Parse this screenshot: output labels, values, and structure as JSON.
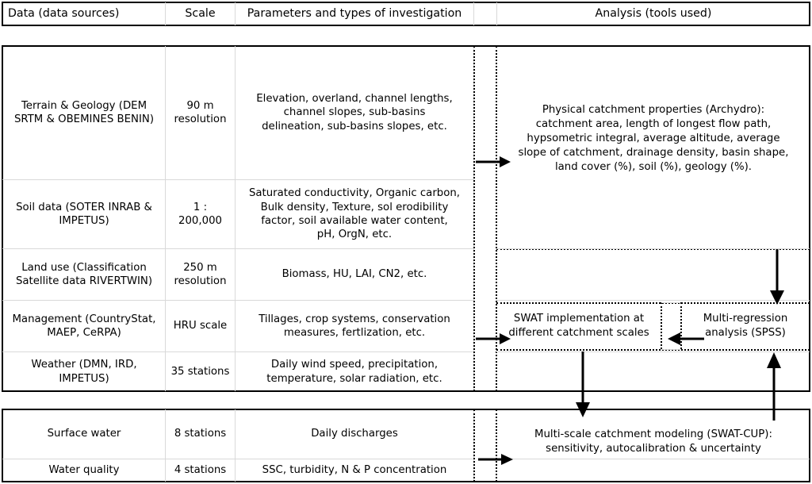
{
  "figure": {
    "columns": [
      {
        "id": "data",
        "header": "Data (data sources)"
      },
      {
        "id": "scale",
        "header": "Scale"
      },
      {
        "id": "parameters",
        "header": "Parameters and types of investigation"
      },
      {
        "id": "spacer",
        "header": ""
      },
      {
        "id": "analysis",
        "header": "Analysis (tools used)"
      }
    ],
    "main_rows": [
      {
        "data": "Terrain & Geology (DEM\nSRTM & OBEMINES BENIN)",
        "scale": "90 m\nresolution",
        "parameters": "Elevation, overland, channel lengths,\nchannel slopes, sub-basins\ndelineation, sub-basins slopes, etc."
      },
      {
        "data": "Soil data (SOTER INRAB &\nIMPETUS)",
        "scale": "1 : 200,000",
        "parameters": "Saturated conductivity, Organic carbon,\nBulk density, Texture, sol erodibility\nfactor, soil available water content,\npH, OrgN, etc."
      },
      {
        "data": "Land use  (Classification\nSatellite data RIVERTWIN)",
        "scale": "250 m\nresolution",
        "parameters": "Biomass, HU, LAI, CN2, etc."
      },
      {
        "data": "Management (CountryStat,\nMAEP, CeRPA)",
        "scale": "HRU scale",
        "parameters": "Tillages, crop systems, conservation\nmeasures, fertlization, etc."
      },
      {
        "data": "Weather (DMN, IRD,\nIMPETUS)",
        "scale": "35 stations",
        "parameters": "Daily wind speed, precipitation,\ntemperature, solar radiation, etc."
      }
    ],
    "bottom_rows": [
      {
        "data": "Surface water",
        "scale": "8 stations",
        "parameters": "Daily discharges"
      },
      {
        "data": "Water quality",
        "scale": "4 stations",
        "parameters": "SSC, turbidity, N & P concentration"
      }
    ],
    "analysis_blocks": [
      {
        "id": "physical-catchment-properties",
        "text": "Physical catchment properties (Archydro):\ncatchment area,  length of longest flow path,\nhypsometric integral, average altitude, average\nslope of catchment, drainage density, basin shape,\nland cover (%),   soil (%),  geology (%)."
      },
      {
        "id": "swat-implementation",
        "text": "SWAT implementation at\ndifferent catchment scales"
      },
      {
        "id": "multi-regression-analysis",
        "text": "Multi-regression\nanalysis (SPSS)"
      },
      {
        "id": "multi-scale-catchment-modeling",
        "text": "Multi-scale catchment modeling (SWAT-CUP):\nsensitivity, autocalibration & uncertainty"
      }
    ],
    "arrows": [
      {
        "id": "arrow-to-physical-properties",
        "direction": "right"
      },
      {
        "id": "arrow-to-swat-implementation",
        "direction": "right"
      },
      {
        "id": "arrow-regression-to-swat",
        "direction": "left"
      },
      {
        "id": "arrow-properties-to-regression",
        "direction": "down"
      },
      {
        "id": "arrow-swat-to-modeling",
        "direction": "down"
      },
      {
        "id": "arrow-modeling-to-regression",
        "direction": "up"
      },
      {
        "id": "arrow-to-modeling",
        "direction": "right"
      }
    ],
    "colors": {
      "outline": "#000000",
      "grid": "#d9d9d9",
      "background": "#ffffff",
      "text": "#000000"
    }
  }
}
